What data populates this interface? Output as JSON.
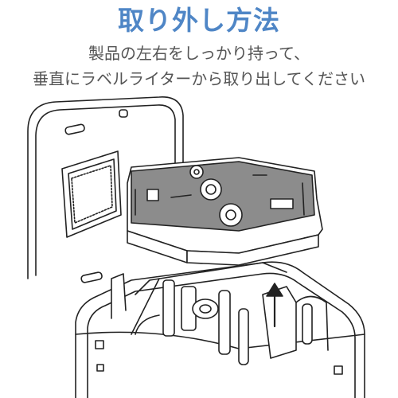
{
  "title": "取り外し方法",
  "instructions": [
    "製品の左右をしっかり持って、",
    "垂直にラベルライターから取り出してください"
  ],
  "colors": {
    "title": "#4f86c6",
    "text": "#555555",
    "line": "#222222",
    "cassette_fill": "#8c8c8c"
  },
  "icons": {
    "arrow": "up-arrow-icon"
  }
}
